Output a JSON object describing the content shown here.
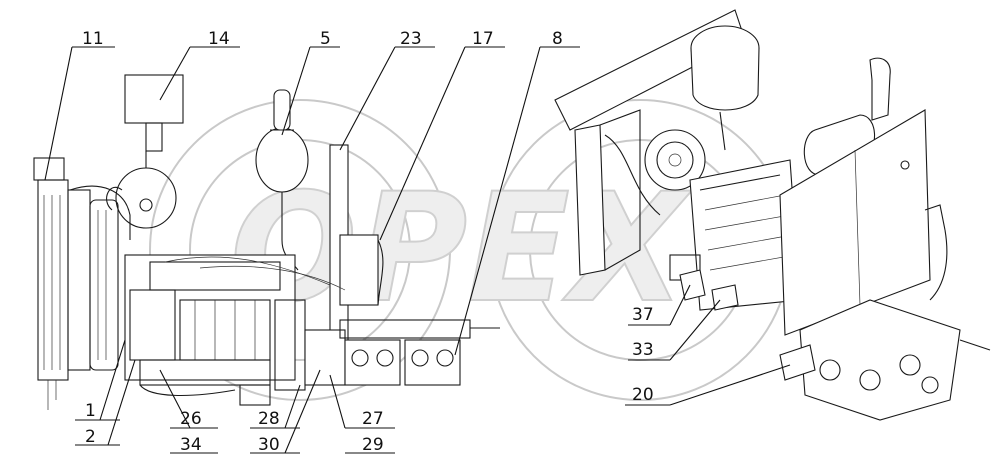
{
  "watermark": {
    "text": "OPEX"
  },
  "callouts": [
    {
      "id": "c11",
      "label": "11"
    },
    {
      "id": "c14",
      "label": "14"
    },
    {
      "id": "c5",
      "label": "5"
    },
    {
      "id": "c23",
      "label": "23"
    },
    {
      "id": "c17",
      "label": "17"
    },
    {
      "id": "c8",
      "label": "8"
    },
    {
      "id": "c1",
      "label": "1"
    },
    {
      "id": "c2",
      "label": "2"
    },
    {
      "id": "c26",
      "label": "26"
    },
    {
      "id": "c34",
      "label": "34"
    },
    {
      "id": "c28",
      "label": "28"
    },
    {
      "id": "c30",
      "label": "30"
    },
    {
      "id": "c27",
      "label": "27"
    },
    {
      "id": "c29",
      "label": "29"
    },
    {
      "id": "c37",
      "label": "37"
    },
    {
      "id": "c33",
      "label": "33"
    },
    {
      "id": "c20",
      "label": "20"
    }
  ]
}
